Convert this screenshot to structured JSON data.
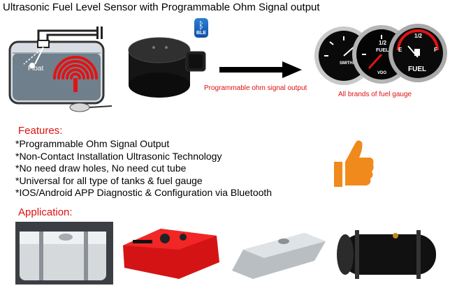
{
  "title": "Ultrasonic Fuel Level Sensor with Programmable Ohm Signal output",
  "diagram": {
    "float_label": "Float",
    "ble_label": "BLE",
    "signal_caption": "Programmable ohm signal output",
    "gauges_caption": "All brands of fuel gauge",
    "gauge_labels": {
      "fuel": "FUEL",
      "half": "1/2",
      "empty": "E",
      "full": "F",
      "brand_left": "SMITHS",
      "brand_mid": "VDO"
    }
  },
  "features": {
    "heading": "Features:",
    "items": [
      "*Programmable Ohm Signal Output",
      "*Non-Contact Installation Ultrasonic Technology",
      "*No need draw holes, No need cut tube",
      "*Universal for all type of tanks & fuel gauge",
      "*IOS/Android APP Diagnostic & Configuration via Bluetooth"
    ]
  },
  "application": {
    "heading": "Application:"
  },
  "colors": {
    "accent_red": "#e01010",
    "thumb_orange": "#f08a1c",
    "ble_blue": "#1565c0"
  },
  "icons": [
    "tank-diagram",
    "sensor-device",
    "bluetooth-icon",
    "arrow-right-icon",
    "fuel-gauge",
    "thumbs-up-icon"
  ]
}
